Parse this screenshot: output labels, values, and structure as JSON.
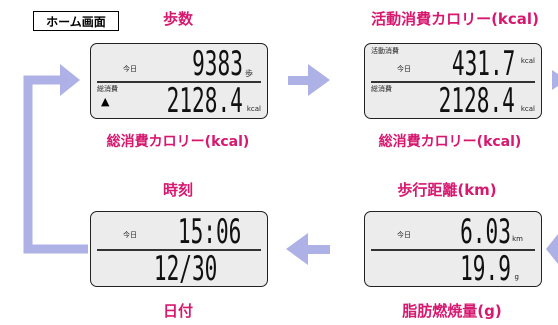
{
  "home_label": "ホーム画面",
  "colors": {
    "accent": "#d7186f",
    "arrow": "#aeb1e6"
  },
  "screens": {
    "steps": {
      "title": "歩数",
      "subtitle": "総消費カロリー(kcal)",
      "top_tag": "今日",
      "top_value": "9383",
      "top_unit": "歩",
      "bottom_tag": "総消費",
      "bottom_icon": "home-icon",
      "bottom_value": "2128.4",
      "bottom_unit": "kcal"
    },
    "active": {
      "title": "活動消費カロリー(kcal)",
      "subtitle": "総消費カロリー(kcal)",
      "top_tag1": "活動消費",
      "top_tag2": "今日",
      "top_value": "431.7",
      "top_unit": "kcal",
      "bottom_tag": "総消費",
      "bottom_value": "2128.4",
      "bottom_unit": "kcal"
    },
    "clock": {
      "title": "時刻",
      "subtitle": "日付",
      "top_tag": "今日",
      "top_value": "15:06",
      "bottom_value": "12/30"
    },
    "distance": {
      "title": "歩行距離(km)",
      "subtitle": "脂肪燃焼量(g)",
      "top_tag": "今日",
      "top_value": "6.03",
      "top_unit": "km",
      "bottom_value": "19.9",
      "bottom_unit": "g"
    }
  }
}
